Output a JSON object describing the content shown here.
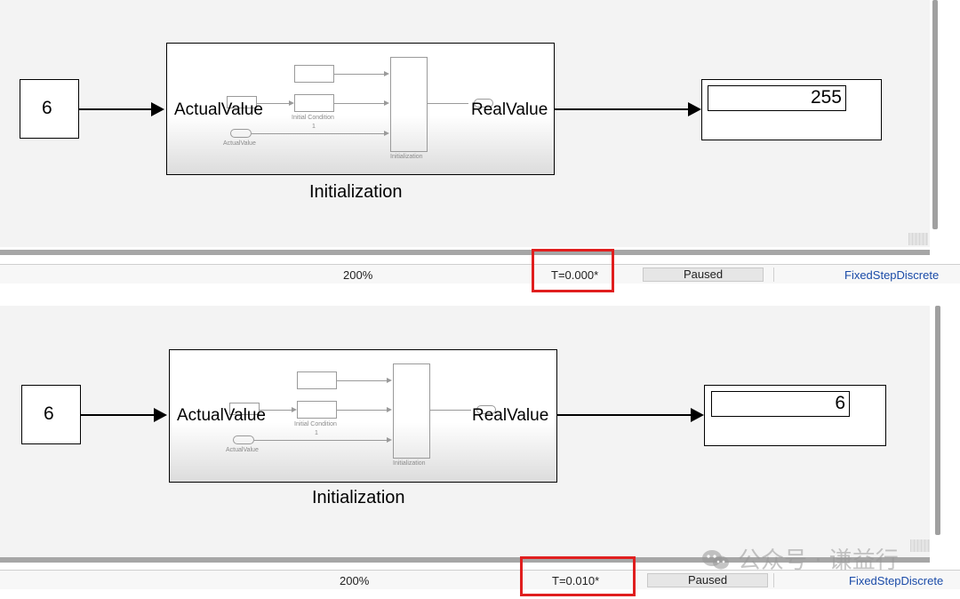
{
  "top_panel": {
    "constant_value": "6",
    "subsystem": {
      "input_port": "ActualValue",
      "output_port": "RealValue",
      "title": "Initialization",
      "inner_init_label": "Initial Condition",
      "inner_init_value": "1",
      "inner_in_label": "ActualValue",
      "inner_block_label": "Initialization"
    },
    "display_value": "255",
    "status": {
      "zoom": "200%",
      "time": "T=0.000*",
      "state": "Paused",
      "solver": "FixedStepDiscrete"
    }
  },
  "bottom_panel": {
    "constant_value": "6",
    "subsystem": {
      "input_port": "ActualValue",
      "output_port": "RealValue",
      "title": "Initialization",
      "inner_init_label": "Initial Condition",
      "inner_init_value": "1",
      "inner_in_label": "ActualValue",
      "inner_block_label": "Initialization"
    },
    "display_value": "6",
    "status": {
      "zoom": "200%",
      "time": "T=0.010*",
      "state": "Paused",
      "solver": "FixedStepDiscrete"
    }
  },
  "watermark": "公众号 · 谦益行",
  "colors": {
    "highlight": "#e01e1e",
    "solver_text": "#1a4ba8",
    "canvas": "#f3f3f3"
  }
}
